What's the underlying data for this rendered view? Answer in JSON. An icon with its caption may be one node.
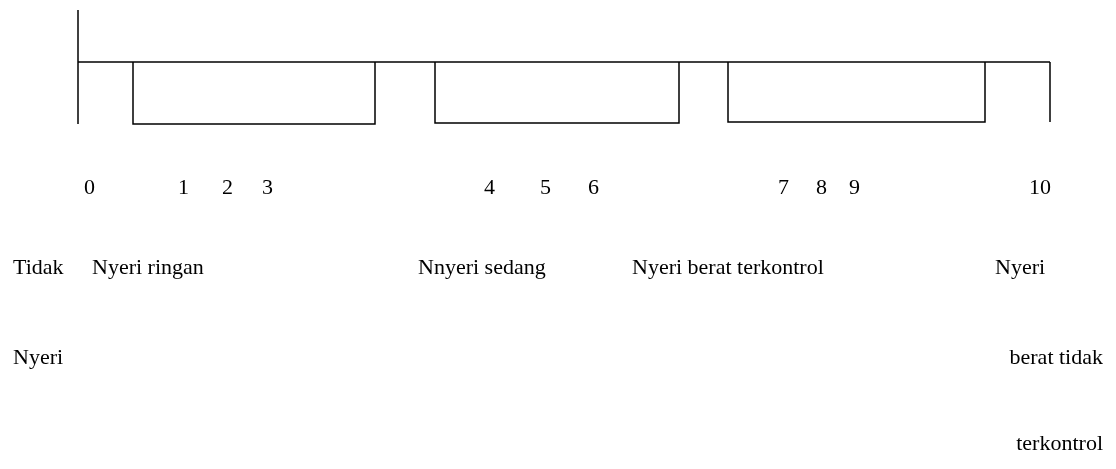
{
  "diagram": {
    "labels": [
      "0",
      "1",
      "2",
      "3",
      "4",
      "5",
      "6",
      "7",
      "8",
      "9",
      "10",
      "Tidak",
      "Nyeri ringan",
      "Nnyeri sedang",
      "Nyeri berat terkontrol",
      "Nyeri",
      "Nyeri",
      "berat tidak",
      "terkontrol"
    ]
  }
}
